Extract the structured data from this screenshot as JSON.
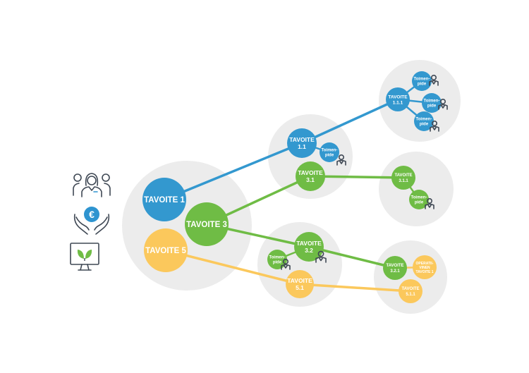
{
  "colors": {
    "blue": "#3398cf",
    "green": "#6fbc45",
    "yellow": "#fbc85c",
    "cluster_bg": "#ececec",
    "icon_stroke": "#3f4854",
    "euro_badge": "#2e94d0"
  },
  "nodes": {
    "tavoite_1": "TAVOITE 1",
    "tavoite_3": "TAVOITE 3",
    "tavoite_5": "TAVOITE 5",
    "tavoite_1_1": [
      "TAVOITE",
      "1.1"
    ],
    "tavoite_3_1": [
      "TAVOITE",
      "3.1"
    ],
    "tavoite_3_2": [
      "TAVOITE",
      "3.2"
    ],
    "tavoite_5_1": [
      "TAVOITE",
      "5.1"
    ],
    "tavoite_1_1_1": [
      "TAVOITE",
      "1.1.1"
    ],
    "tavoite_3_1_1": [
      "TAVOITE",
      "3.1.1"
    ],
    "tavoite_3_2_1": [
      "TAVOITE",
      "3.2.1"
    ],
    "tavoite_5_1_1": [
      "TAVOITE",
      "5.1.1"
    ],
    "operatiivinen_tavoite": [
      "OPERATII-",
      "VINEN",
      "TAVOITE 1"
    ],
    "toimenpide": [
      "Toimen-",
      "pide"
    ]
  },
  "icons": {
    "people": "team-people-icon",
    "money_hands": "hands-euro-icon",
    "euro_symbol": "€",
    "monitor_leaf": "monitor-leaf-icon"
  }
}
